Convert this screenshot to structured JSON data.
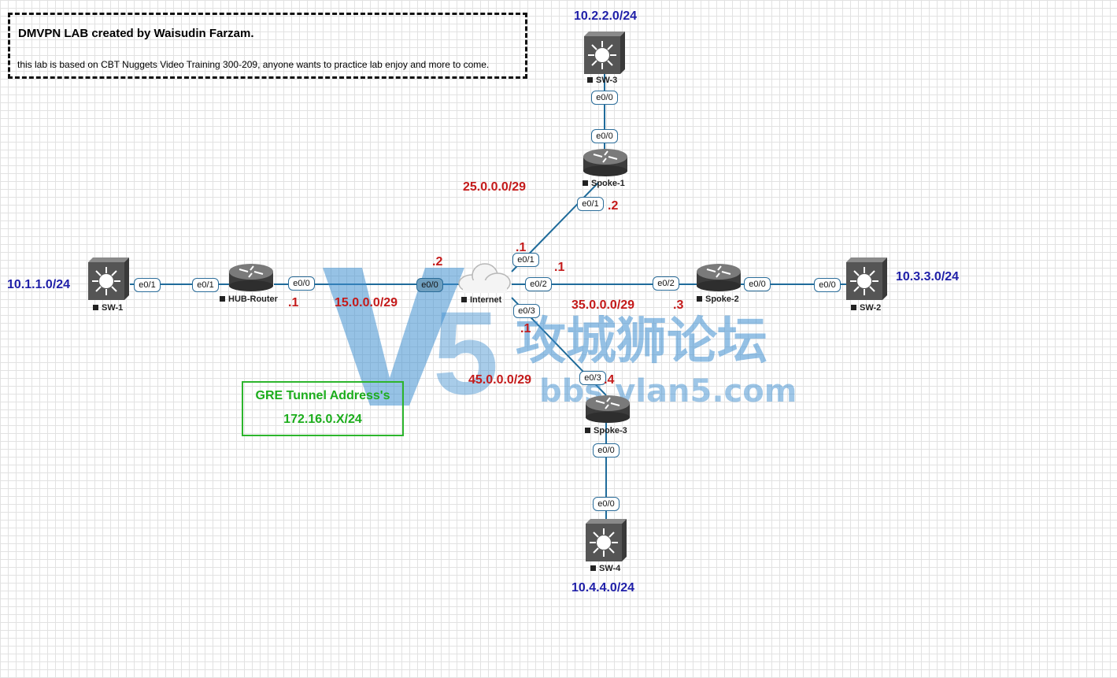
{
  "note": {
    "title": "DMVPN LAB created by Waisudin Farzam.",
    "body": "this lab is based on CBT Nuggets Video Training 300-209, anyone wants to practice lab enjoy and more to come."
  },
  "gre_box": {
    "title": "GRE Tunnel Address's",
    "subnet": "172.16.0.X/24"
  },
  "devices": {
    "sw1": "SW-1",
    "hub": "HUB-Router",
    "internet": "Internet",
    "spoke1": "Spoke-1",
    "spoke2": "Spoke-2",
    "spoke3": "Spoke-3",
    "sw2": "SW-2",
    "sw3": "SW-3",
    "sw4": "SW-4"
  },
  "lan_subnets": {
    "sw1": "10.1.1.0/24",
    "sw3": "10.2.2.0/24",
    "sw2": "10.3.3.0/24",
    "sw4": "10.4.4.0/24"
  },
  "wan_subnets": {
    "hub": "15.0.0.0/29",
    "spoke1": "25.0.0.0/29",
    "spoke2": "35.0.0.0/29",
    "spoke3": "45.0.0.0/29"
  },
  "host_ids": {
    "hub": ".1",
    "inet_hub": ".2",
    "inet_spoke1": ".1",
    "spoke1": ".2",
    "inet_spoke2": ".1",
    "spoke2": ".3",
    "inet_spoke3": ".1",
    "spoke3": ".4"
  },
  "ports": {
    "sw1_hub": "e0/1",
    "hub_sw1": "e0/1",
    "hub_inet": "e0/0",
    "inet_hub": "e0/0",
    "inet_spoke1": "e0/1",
    "spoke1_inet": "e0/1",
    "inet_spoke2": "e0/2",
    "spoke2_inet": "e0/2",
    "inet_spoke3": "e0/3",
    "spoke3_inet": "e0/3",
    "spoke1_sw3": "e0/0",
    "sw3_spoke1": "e0/0",
    "spoke2_sw2": "e0/0",
    "sw2_spoke2": "e0/0",
    "spoke3_sw4": "e0/0",
    "sw4_spoke3": "e0/0"
  },
  "watermark": {
    "cn": "攻城狮论坛",
    "url": "bbs.vlan5.com",
    "glyph": "V5"
  },
  "icons": {
    "switch": "layer3-switch-icon",
    "router": "router-icon",
    "cloud": "cloud-icon"
  },
  "colors": {
    "link": "#1f6b9a",
    "lan": "#1f1fa8",
    "wan": "#c41a1a",
    "gre": "#1cad1c"
  }
}
